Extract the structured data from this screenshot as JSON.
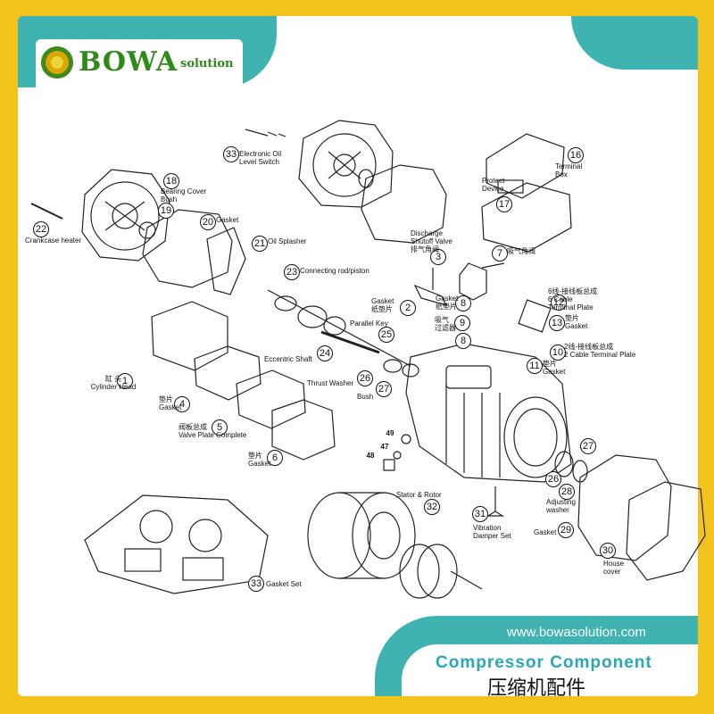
{
  "logo": {
    "brand": "BOWA",
    "suffix": "solution"
  },
  "footer": {
    "url": "www.bowasolution.com",
    "title_en": "Compressor Component",
    "title_cn": "压缩机配件"
  },
  "parts": [
    {
      "no": "1",
      "text": "缸 头\nCylinder Head"
    },
    {
      "no": "2",
      "text": "Gasket\n纸垫片"
    },
    {
      "no": "3",
      "text": "Discharge\nShutoff Valve\n排气角阀"
    },
    {
      "no": "4",
      "text": "垫片\nGasket"
    },
    {
      "no": "5",
      "text": "阀板总成\nValve Plate Complete"
    },
    {
      "no": "6",
      "text": "垫片\nGasket"
    },
    {
      "no": "7",
      "text": "吸气角阀"
    },
    {
      "no": "8",
      "text": "Gasket\n纸垫片"
    },
    {
      "no": "8",
      "text": ""
    },
    {
      "no": "9",
      "text": "吸气\n过滤器"
    },
    {
      "no": "10",
      "text": "2线-接线板总成\n2 Cable Terminal Plate"
    },
    {
      "no": "11",
      "text": "垫片\nGasket"
    },
    {
      "no": "12",
      "text": "6线-接线板总成\n6 Cable\nTerminal Plate"
    },
    {
      "no": "13",
      "text": "垫片\nGasket"
    },
    {
      "no": "16",
      "text": "Terminal\nBox"
    },
    {
      "no": "17",
      "text": "Protect\nDevice"
    },
    {
      "no": "18",
      "text": "Bearing Cover\nBush"
    },
    {
      "no": "19",
      "text": ""
    },
    {
      "no": "20",
      "text": "Gasket"
    },
    {
      "no": "21",
      "text": "Oil Splasher"
    },
    {
      "no": "22",
      "text": "Crankcase heater"
    },
    {
      "no": "23",
      "text": "Connecting rod/piston"
    },
    {
      "no": "24",
      "text": "Eccentric Shaft"
    },
    {
      "no": "25",
      "text": "Parallel Key"
    },
    {
      "no": "26",
      "text": "Thrust Washer"
    },
    {
      "no": "27",
      "text": "Bush"
    },
    {
      "no": "26",
      "text": ""
    },
    {
      "no": "27",
      "text": ""
    },
    {
      "no": "28",
      "text": "Adjusting\nwasher"
    },
    {
      "no": "29",
      "text": "Gasket"
    },
    {
      "no": "30",
      "text": "House\ncover"
    },
    {
      "no": "31",
      "text": "Vibration\nDamper Set"
    },
    {
      "no": "32",
      "text": "Stator & Rotor"
    },
    {
      "no": "33",
      "text": "Electronic Oil\nLevel Switch"
    },
    {
      "no": "33",
      "text": "Gasket Set"
    },
    {
      "no": "49",
      "text": ""
    },
    {
      "no": "47",
      "text": ""
    },
    {
      "no": "48",
      "text": ""
    }
  ]
}
